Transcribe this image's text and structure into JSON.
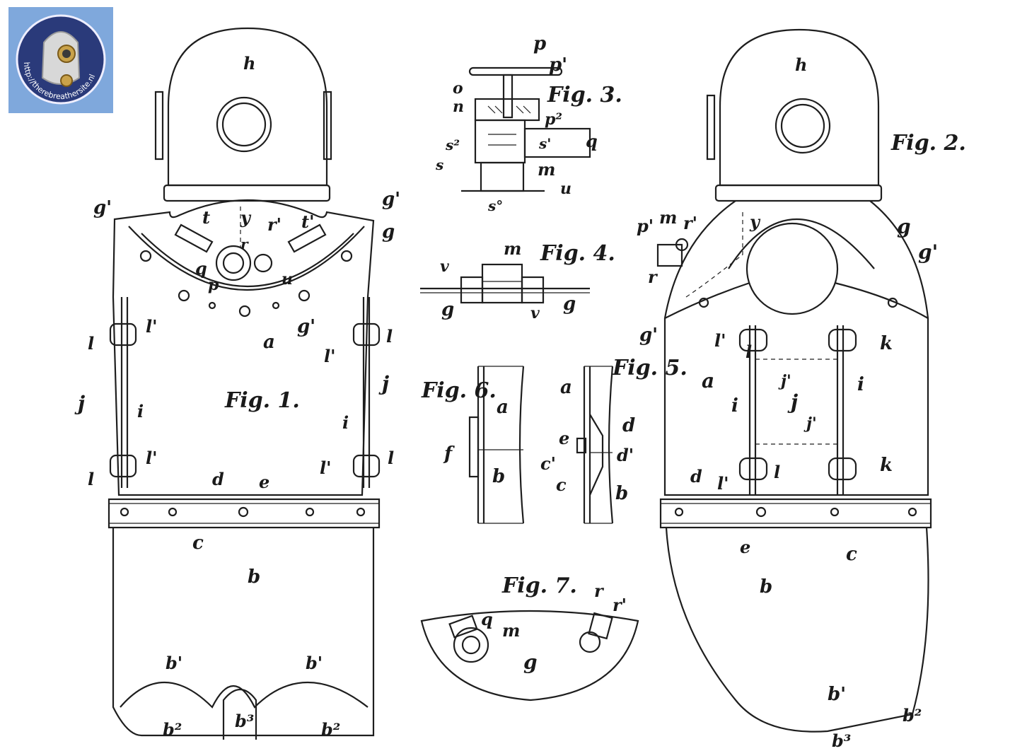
{
  "logo": {
    "url_text": "http://therebreathersite.nl",
    "bg": "#7fa8dc",
    "circle": "#2a3a7a"
  },
  "figures": {
    "fig1": {
      "title": "Fig. 1.",
      "labels": {
        "h": "h",
        "t": "t",
        "y": "y",
        "r1": "r'",
        "t1": "t'",
        "gp_l": "g'",
        "gp_r": "g'",
        "g": "g",
        "q": "q",
        "r": "r",
        "p": "p",
        "u": "u",
        "gp_b": "g'",
        "a": "a",
        "l_tl": "l",
        "lp_tl": "l'",
        "l_tr": "l",
        "lp_tr": "l'",
        "j_l": "j",
        "i_l": "i",
        "j_r": "j",
        "i_r": "i",
        "lp_bl": "l'",
        "l_bl": "l",
        "lp_br": "l'",
        "l_br": "l",
        "d": "d",
        "e": "e",
        "c": "c",
        "b": "b",
        "b1_l": "b'",
        "b1_r": "b'",
        "b2_l": "b²",
        "b3": "b³",
        "b2_r": "b²"
      }
    },
    "fig2": {
      "title": "Fig. 2.",
      "labels": {
        "h": "h",
        "y": "y",
        "p1": "p'",
        "m": "m",
        "r1": "r'",
        "g": "g",
        "gp": "g'",
        "r": "r",
        "gp_l": "g'",
        "lp_t": "l'",
        "l_t": "l",
        "k_t": "k",
        "a": "a",
        "j1_t": "j'",
        "i_l": "i",
        "j": "j",
        "i_r": "i",
        "j1_b": "j'",
        "lp_b": "l'",
        "l_b": "l",
        "k_b": "k",
        "d": "d",
        "e": "e",
        "c": "c",
        "b": "b",
        "b1": "b'",
        "b2": "b²",
        "b3": "b³"
      }
    },
    "fig3": {
      "title": "Fig. 3.",
      "labels": {
        "p": "p",
        "p1": "p'",
        "o": "o",
        "n": "n",
        "p2": "p²",
        "s2": "s²",
        "s1": "s'",
        "q": "q",
        "s": "s",
        "m": "m",
        "u": "u",
        "s0": "s°"
      }
    },
    "fig4": {
      "title": "Fig. 4.",
      "labels": {
        "m": "m",
        "v_l": "v",
        "g_l": "g",
        "v_r": "v",
        "g_r": "g"
      }
    },
    "fig5": {
      "title": "Fig. 5.",
      "labels": {
        "a": "a",
        "d": "d",
        "e": "e",
        "c1": "c'",
        "d1": "d'",
        "c": "c",
        "b": "b"
      }
    },
    "fig6": {
      "title": "Fig. 6.",
      "labels": {
        "a": "a",
        "f": "f",
        "b": "b"
      }
    },
    "fig7": {
      "title": "Fig. 7.",
      "labels": {
        "r": "r",
        "r1": "r'",
        "q": "q",
        "m": "m",
        "g": "g"
      }
    }
  }
}
